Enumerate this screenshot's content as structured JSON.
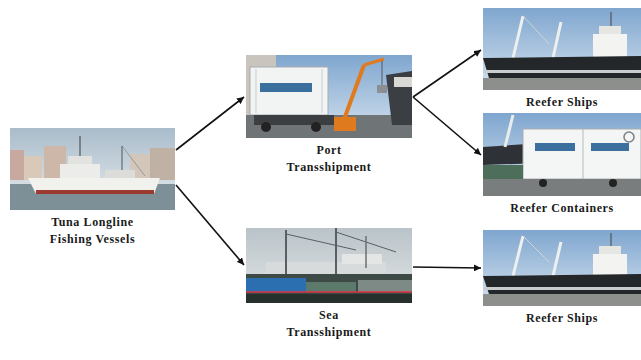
{
  "diagram": {
    "nodes": [
      {
        "text": [
          "Tuna Longline Fishing Vessels"
        ]
      },
      {
        "text": [
          "Port Transshipment"
        ]
      },
      {
        "text": [
          "Sea Transshipment"
        ]
      },
      {
        "text": [
          "Reefer Ships"
        ]
      },
      {
        "text": [
          "Reefer Containers"
        ]
      },
      {
        "text": [
          "Reefer Ships"
        ]
      }
    ],
    "edges": [
      {
        "from": 0,
        "to": 1,
        "arrow": "to"
      },
      {
        "from": 0,
        "to": 2,
        "arrow": "to"
      },
      {
        "from": 1,
        "to": 3,
        "arrow": "to"
      },
      {
        "from": 1,
        "to": 4,
        "arrow": "to"
      },
      {
        "from": 2,
        "to": 5,
        "arrow": "to"
      }
    ]
  }
}
